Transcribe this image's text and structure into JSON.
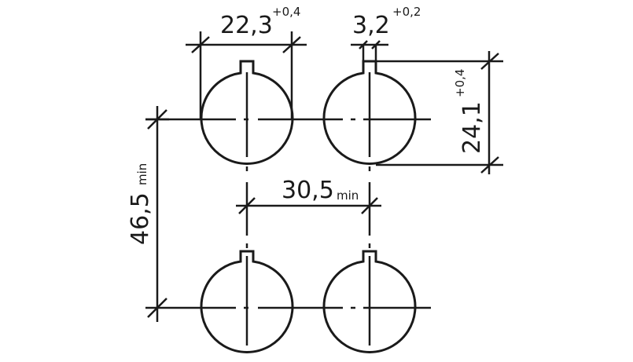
{
  "dimensions": {
    "outer_diameter": {
      "value": "22,3",
      "tolerance": "+0,4"
    },
    "key_width": {
      "value": "3,2",
      "tolerance": "+0,2"
    },
    "key_height": {
      "value": "24,1",
      "tolerance": "+0,4"
    },
    "vertical_spacing": {
      "value": "46,5",
      "suffix": "min"
    },
    "horizontal_spacing": {
      "value": "30,5",
      "suffix": "min"
    }
  },
  "colors": {
    "line": "#1a1a1a",
    "background": "#ffffff"
  }
}
